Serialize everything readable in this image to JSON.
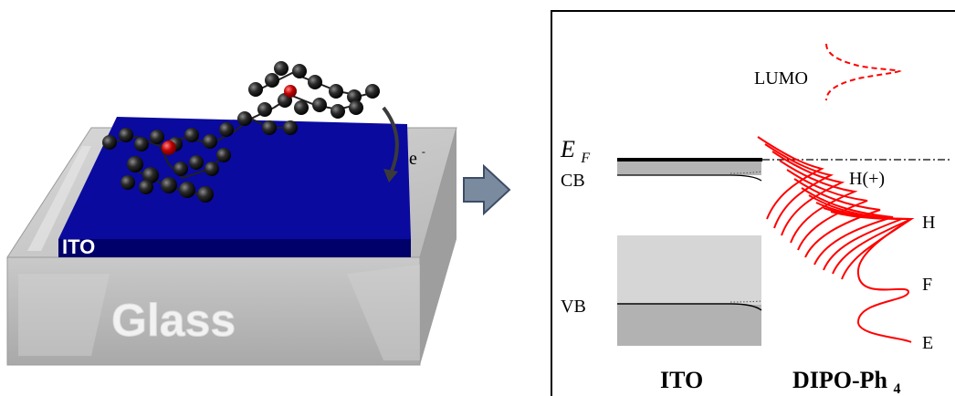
{
  "left_panel": {
    "substrate_label": "Glass",
    "film_label": "ITO",
    "electron_label": "e",
    "electron_charge": "-"
  },
  "right_panel": {
    "lumo_label": "LUMO",
    "fermi_symbol": "E",
    "fermi_subscript": "F",
    "cb_label": "CB",
    "vb_label": "VB",
    "peak_labels": {
      "h_plus": "H(+)",
      "h": "H",
      "f": "F",
      "e": "E"
    },
    "material_left": "ITO",
    "material_right_main": "DIPO-Ph",
    "material_right_sub": "4"
  },
  "colors": {
    "ito_blue": "#0a0a9e",
    "glass_grey": "#bdbdbd",
    "spectra_red": "#ff0000",
    "atom_black": "#1a1a1a",
    "atom_red": "#c00000",
    "arrow_fill": "#7a8ba0"
  }
}
